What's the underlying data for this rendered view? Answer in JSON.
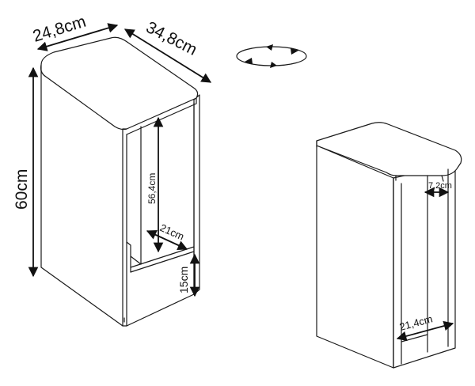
{
  "colors": {
    "line": "#1a1a1a",
    "background": "#ffffff"
  },
  "icons": [
    "rotation-arrows-icon"
  ],
  "left_view": {
    "dim_width": "24,8cm",
    "dim_depth": "34,8cm",
    "dim_height": "60cm",
    "dim_inner_height": "56,4cm",
    "dim_inner_depth": "21cm",
    "dim_base_height": "15cm"
  },
  "right_view": {
    "dim_gap": "7,2cm",
    "dim_bottom_width": "21,4cm"
  }
}
